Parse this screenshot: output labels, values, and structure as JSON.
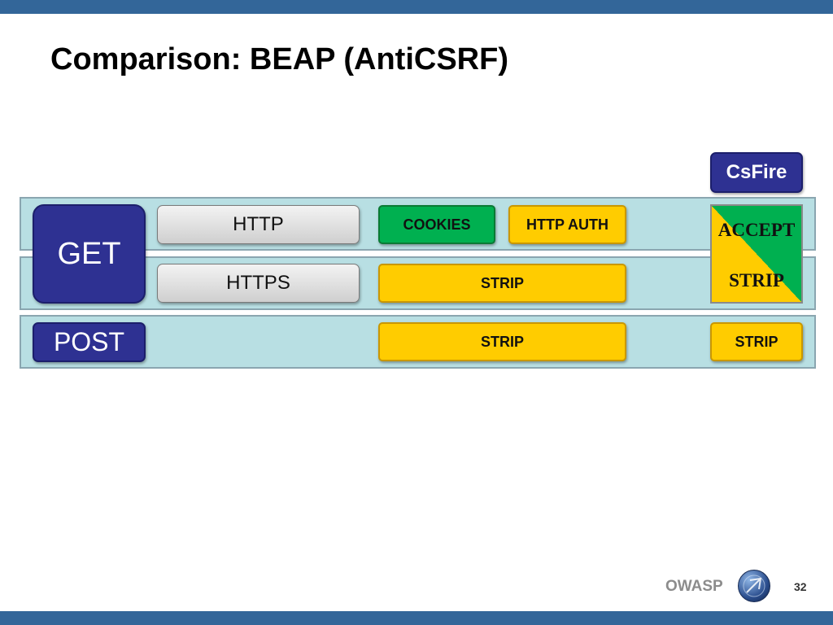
{
  "title": "Comparison: BEAP (AntiCSRF)",
  "csfire_label": "CsFire",
  "methods": {
    "get": "GET",
    "post": "POST"
  },
  "protocols": {
    "http": "HTTP",
    "https": "HTTPS"
  },
  "beap": {
    "cookies": "COOKIES",
    "http_auth": "HTTP AUTH",
    "https_result": "STRIP",
    "post_result": "STRIP"
  },
  "csfire": {
    "get_accept": "ACCEPT",
    "get_strip": "STRIP",
    "post_result": "STRIP"
  },
  "footer": {
    "brand": "OWASP",
    "page_number": "32"
  },
  "colors": {
    "header_bar": "#336699",
    "band": "#b8dfe3",
    "method_blue": "#2e3192",
    "green": "#00b050",
    "yellow": "#ffcc00"
  }
}
